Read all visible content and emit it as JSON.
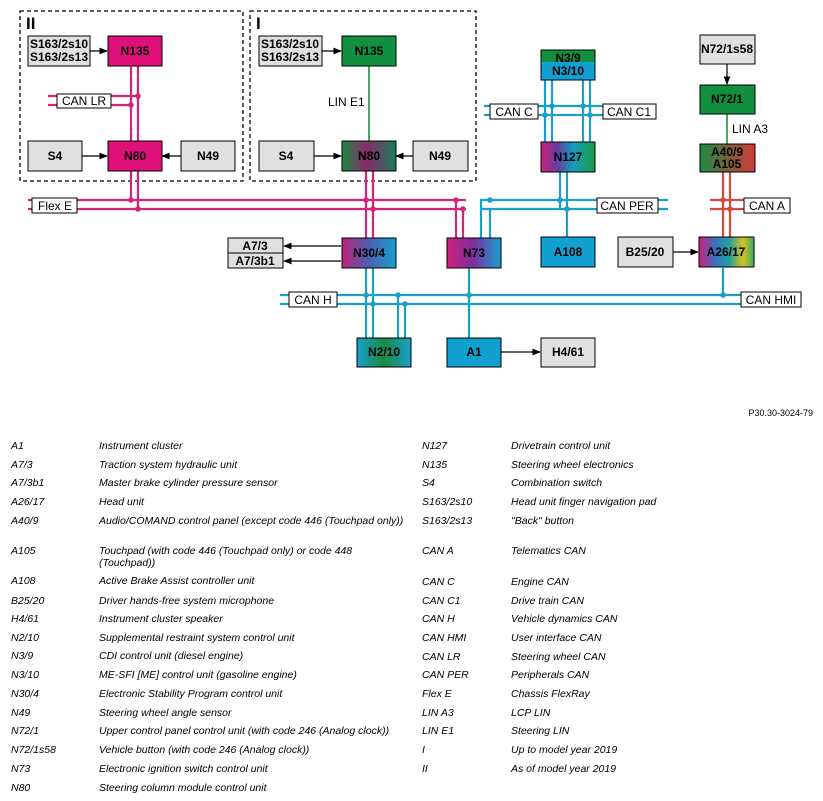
{
  "document_number": "P30.30-3024-79",
  "section_labels": {
    "left": "II",
    "right": "I"
  },
  "nodes": {
    "n135_left": "N135",
    "s163_left_1": "S163/2s10",
    "s163_left_2": "S163/2s13",
    "n80_left": "N80",
    "s4_left": "S4",
    "n49_left": "N49",
    "n135_right": "N135",
    "s163_right_1": "S163/2s10",
    "s163_right_2": "S163/2s13",
    "n80_right": "N80",
    "s4_right": "S4",
    "n49_right": "N49",
    "n3_1": "N3/9",
    "n3_2": "N3/10",
    "n127": "N127",
    "a108": "A108",
    "n72_1s58": "N72/1s58",
    "n72_1": "N72/1",
    "a40_1": "A40/9",
    "a40_2": "A105",
    "a26_17": "A26/17",
    "b25_20": "B25/20",
    "n30_4": "N30/4",
    "a7_3": "A7/3",
    "a7_3b1": "A7/3b1",
    "n73": "N73",
    "n2_10": "N2/10",
    "a1": "A1",
    "h4_61": "H4/61"
  },
  "bus_labels": {
    "can_lr": "CAN LR",
    "lin_e1": "LIN E1",
    "can_c": "CAN C",
    "can_c1": "CAN C1",
    "lin_a3": "LIN A3",
    "flex_e": "Flex E",
    "can_per": "CAN PER",
    "can_a": "CAN A",
    "can_h": "CAN H",
    "can_hmi": "CAN HMI"
  },
  "colors": {
    "flexray": "#d4237a",
    "can_lr": "#d4237a",
    "can_per": "#1aa0c8",
    "can_h_hmi": "#1aa0c8",
    "can_c": "#1aa0c8",
    "can_a": "#d34b3a",
    "lin": "#0f8a3c",
    "node_magenta": "#e0107a",
    "node_green": "#119040",
    "node_cyan": "#12a0d0",
    "node_gray": "#e0e0e0"
  },
  "legend": [
    {
      "code": "A1",
      "desc": "Instrument cluster"
    },
    {
      "code": "A7/3",
      "desc": "Traction system hydraulic unit"
    },
    {
      "code": "A7/3b1",
      "desc": "Master brake cylinder pressure sensor"
    },
    {
      "code": "A26/17",
      "desc": "Head unit"
    },
    {
      "code": "A40/9",
      "desc": "Audio/COMAND control panel (except code 446 (Touchpad only))"
    },
    {
      "code": "A105",
      "desc": "Touchpad (with code 446 (Touchpad only) or code 448 (Touchpad))"
    },
    {
      "code": "A108",
      "desc": "Active Brake Assist controller unit"
    },
    {
      "code": "B25/20",
      "desc": "Driver hands-free system microphone"
    },
    {
      "code": "H4/61",
      "desc": "Instrument cluster speaker"
    },
    {
      "code": "N2/10",
      "desc": "Supplemental restraint system control unit"
    },
    {
      "code": "N3/9",
      "desc": "CDI control unit (diesel engine)"
    },
    {
      "code": "N3/10",
      "desc": "ME-SFI [ME] control unit (gasoline engine)"
    },
    {
      "code": "N30/4",
      "desc": "Electronic Stability Program control unit"
    },
    {
      "code": "N49",
      "desc": "Steering wheel angle sensor"
    },
    {
      "code": "N72/1",
      "desc": "Upper control panel control unit (with code 246 (Analog clock))"
    },
    {
      "code": "N72/1s58",
      "desc": "Vehicle button (with code 246 (Analog clock))"
    },
    {
      "code": "N73",
      "desc": "Electronic ignition switch control unit"
    },
    {
      "code": "N80",
      "desc": "Steering column module control unit"
    },
    {
      "code": "N127",
      "desc": "Drivetrain control unit"
    },
    {
      "code": "N135",
      "desc": "Steering wheel electronics"
    },
    {
      "code": "S4",
      "desc": "Combination switch"
    },
    {
      "code": "S163/2s10",
      "desc": "Head unit finger navigation pad"
    },
    {
      "code": "S163/2s13",
      "desc": "\"Back\" button"
    },
    {
      "code": "CAN A",
      "desc": "Telematics CAN"
    },
    {
      "code": "CAN C",
      "desc": "Engine CAN"
    },
    {
      "code": "CAN C1",
      "desc": "Drive train CAN"
    },
    {
      "code": "CAN H",
      "desc": "Vehicle dynamics CAN"
    },
    {
      "code": "CAN HMI",
      "desc": "User interface CAN"
    },
    {
      "code": "CAN LR",
      "desc": "Steering wheel CAN"
    },
    {
      "code": "CAN PER",
      "desc": "Peripherals CAN"
    },
    {
      "code": "Flex E",
      "desc": "Chassis FlexRay"
    },
    {
      "code": "LIN A3",
      "desc": "LCP LIN"
    },
    {
      "code": "LIN E1",
      "desc": "Steering LIN"
    },
    {
      "code": "I",
      "desc": "Up to model year 2019"
    },
    {
      "code": "II",
      "desc": "As of model year 2019"
    }
  ]
}
